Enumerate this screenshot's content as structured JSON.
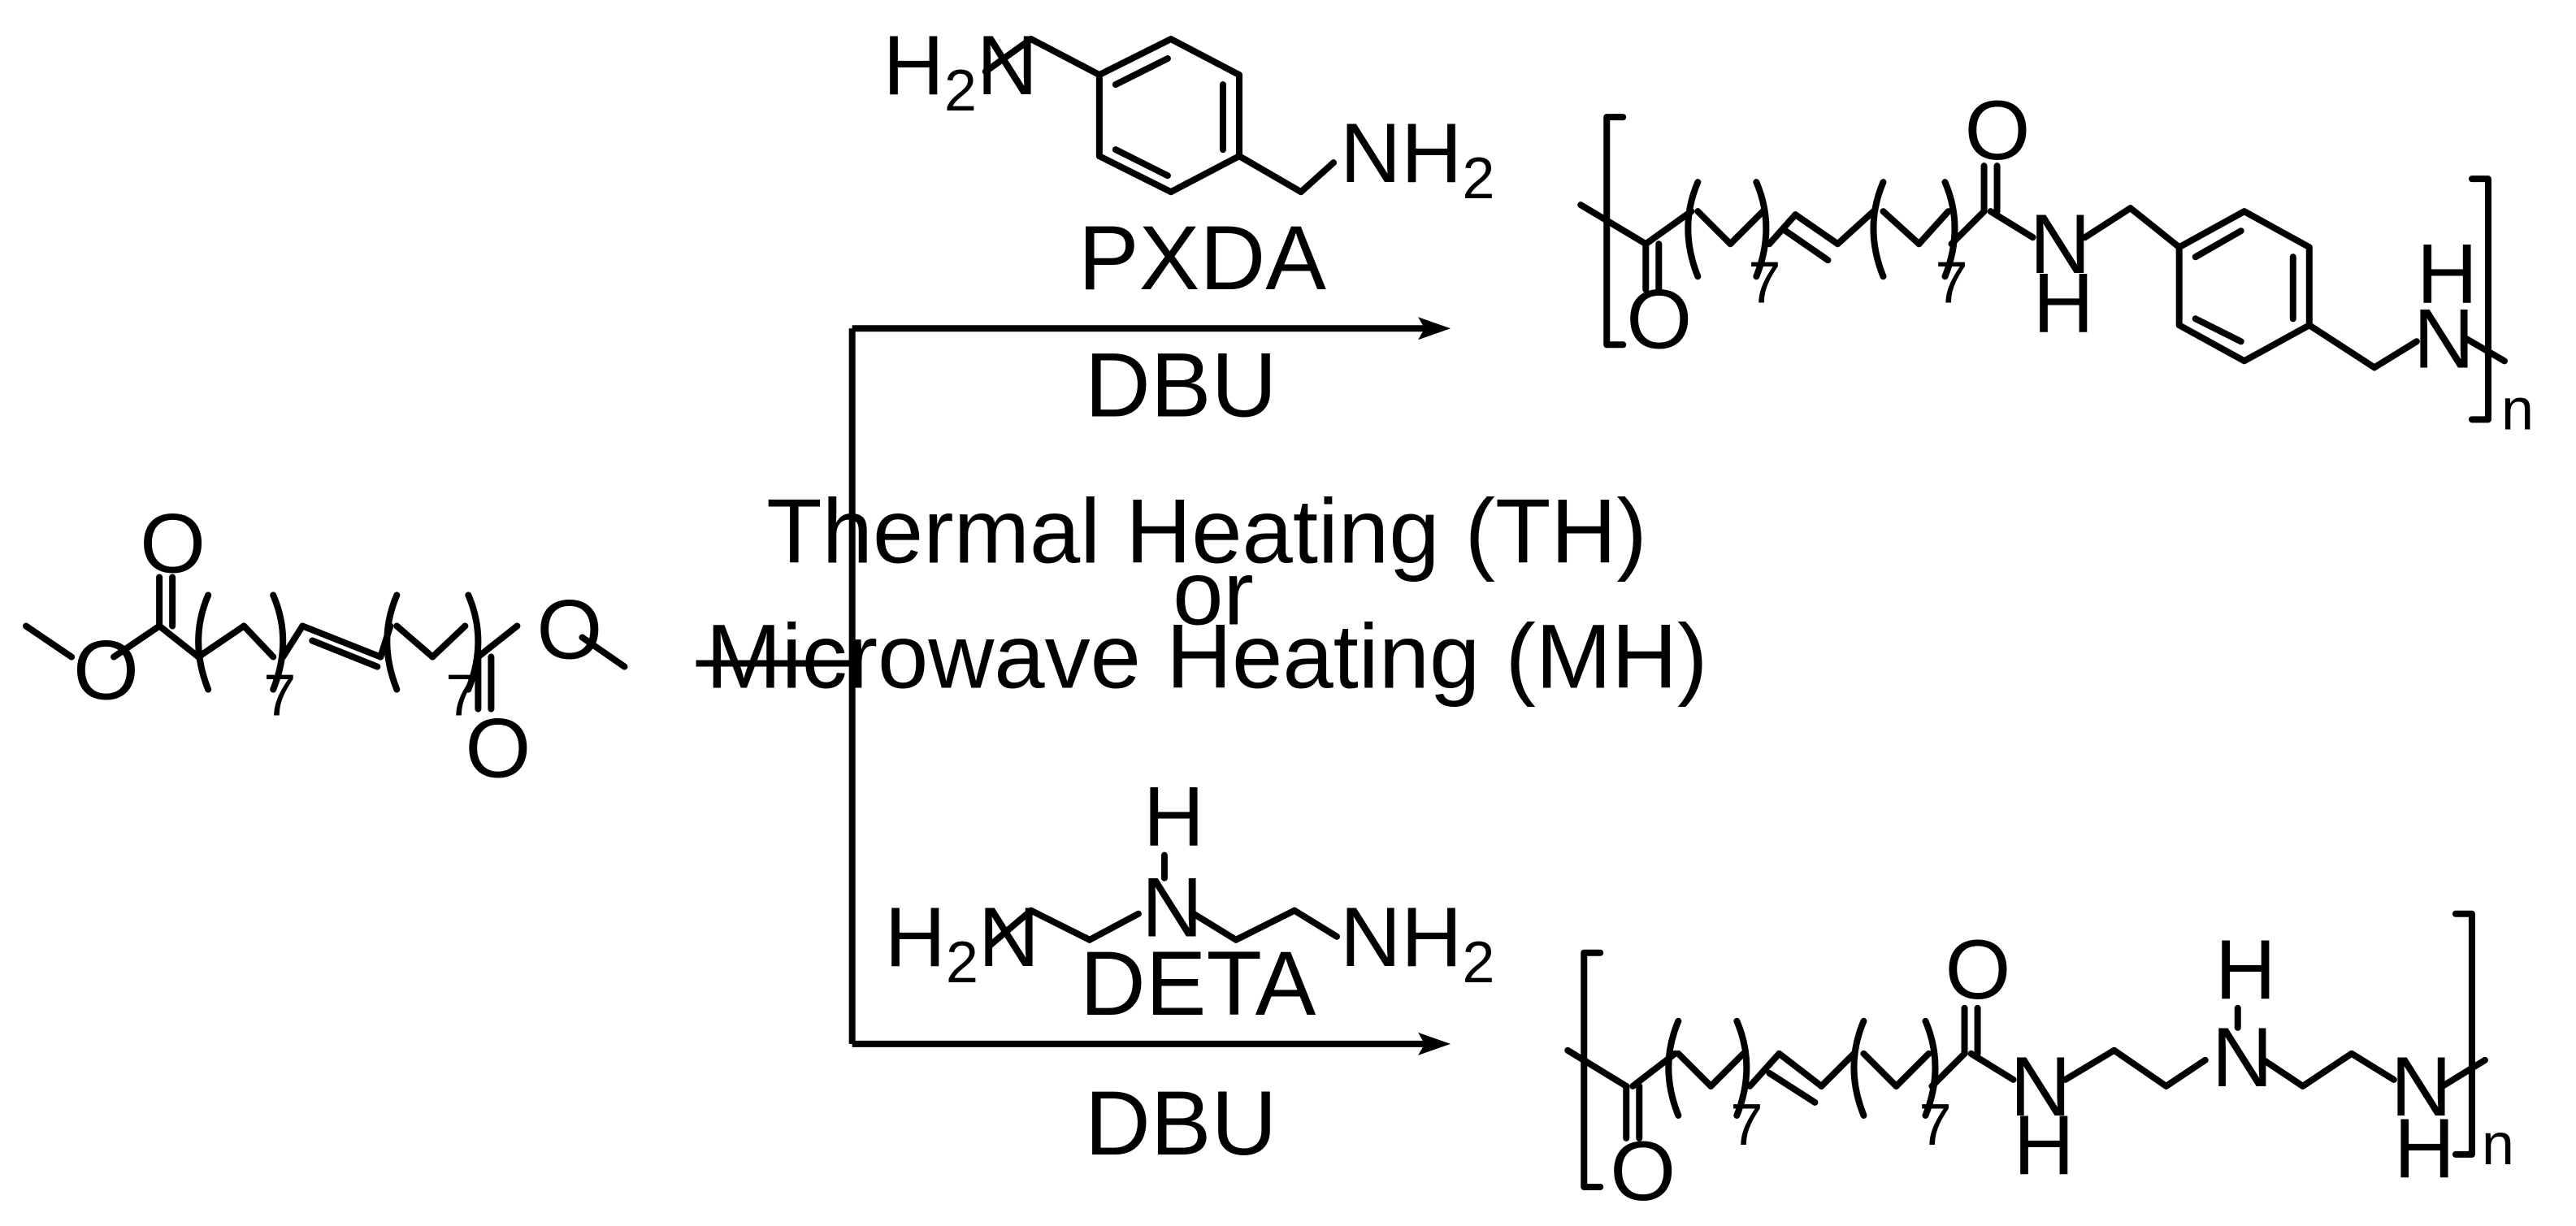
{
  "reagents": {
    "top": {
      "name": "PXDA",
      "catalyst": "DBU"
    },
    "bottom": {
      "name": "DETA",
      "catalyst": "DBU"
    }
  },
  "conditions": {
    "line1": "Thermal Heating (TH)",
    "line2": "or",
    "line3": "Microwave Heating (MH)"
  },
  "atoms": {
    "oxygen": "O",
    "nitrogen": "N",
    "hydrogen": "H",
    "nh2": "NH",
    "h2n": "H",
    "h2n_n": "N",
    "sub2": "2",
    "repeat7": "7",
    "polymer_n": "n"
  }
}
